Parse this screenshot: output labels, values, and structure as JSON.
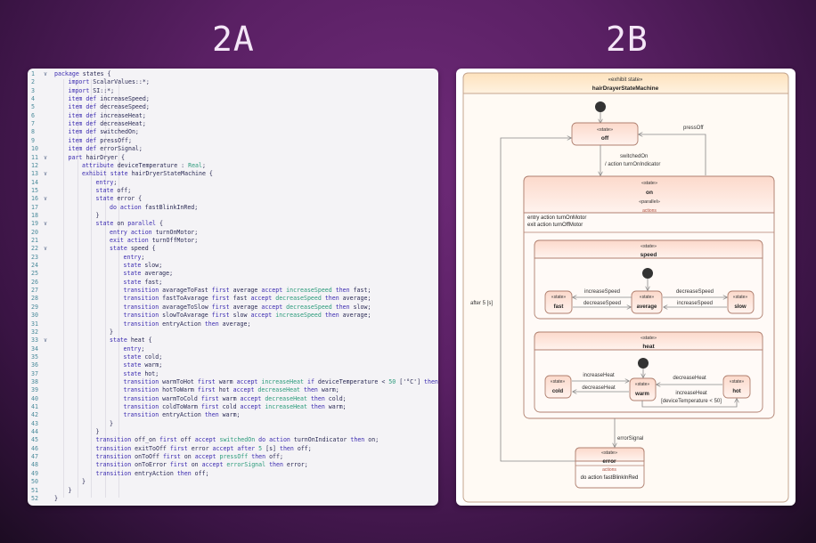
{
  "titles": {
    "left": "2A",
    "right": "2B"
  },
  "code": {
    "lines": [
      {
        "n": "1",
        "fold": true,
        "indent": 0,
        "tokens": [
          [
            "kw",
            "package "
          ],
          [
            "id",
            "states {"
          ]
        ]
      },
      {
        "n": "2",
        "indent": 1,
        "tokens": [
          [
            "kw",
            "import "
          ],
          [
            "id",
            "ScalarValues::*;"
          ]
        ]
      },
      {
        "n": "3",
        "indent": 1,
        "tokens": [
          [
            "kw",
            "import "
          ],
          [
            "id",
            "SI::*;"
          ]
        ]
      },
      {
        "n": "4",
        "indent": 1,
        "tokens": [
          [
            "kw",
            "item def "
          ],
          [
            "id",
            "increaseSpeed;"
          ]
        ]
      },
      {
        "n": "5",
        "indent": 1,
        "tokens": [
          [
            "kw",
            "item def "
          ],
          [
            "id",
            "decreaseSpeed;"
          ]
        ]
      },
      {
        "n": "6",
        "indent": 1,
        "tokens": [
          [
            "kw",
            "item def "
          ],
          [
            "id",
            "increaseHeat;"
          ]
        ]
      },
      {
        "n": "7",
        "indent": 1,
        "tokens": [
          [
            "kw",
            "item def "
          ],
          [
            "id",
            "decreaseHeat;"
          ]
        ]
      },
      {
        "n": "8",
        "indent": 1,
        "tokens": [
          [
            "kw",
            "item def "
          ],
          [
            "id",
            "switchedOn;"
          ]
        ]
      },
      {
        "n": "9",
        "indent": 1,
        "tokens": [
          [
            "kw",
            "item def "
          ],
          [
            "id",
            "pressOff;"
          ]
        ]
      },
      {
        "n": "10",
        "indent": 1,
        "tokens": [
          [
            "kw",
            "item def "
          ],
          [
            "id",
            "errorSignal;"
          ]
        ]
      },
      {
        "n": "11",
        "fold": true,
        "indent": 1,
        "tokens": [
          [
            "kw",
            "part "
          ],
          [
            "id",
            "hairDryer {"
          ]
        ]
      },
      {
        "n": "12",
        "indent": 2,
        "tokens": [
          [
            "kw",
            "attribute "
          ],
          [
            "id",
            "deviceTemperature : "
          ],
          [
            "ref",
            "Real"
          ],
          [
            "id",
            ";"
          ]
        ]
      },
      {
        "n": "13",
        "fold": true,
        "indent": 2,
        "tokens": [
          [
            "kw",
            "exhibit state "
          ],
          [
            "id",
            "hairDryerStateMachine {"
          ]
        ]
      },
      {
        "n": "14",
        "indent": 3,
        "tokens": [
          [
            "kw",
            "entry"
          ],
          [
            "id",
            ";"
          ]
        ]
      },
      {
        "n": "15",
        "indent": 3,
        "tokens": [
          [
            "kw",
            "state "
          ],
          [
            "id",
            "off;"
          ]
        ]
      },
      {
        "n": "16",
        "fold": true,
        "indent": 3,
        "tokens": [
          [
            "kw",
            "state "
          ],
          [
            "id",
            "error {"
          ]
        ]
      },
      {
        "n": "17",
        "indent": 4,
        "tokens": [
          [
            "kw",
            "do action "
          ],
          [
            "id",
            "fastBlinkInRed;"
          ]
        ]
      },
      {
        "n": "18",
        "indent": 3,
        "tokens": [
          [
            "id",
            "}"
          ]
        ]
      },
      {
        "n": "19",
        "fold": true,
        "indent": 3,
        "tokens": [
          [
            "kw",
            "state "
          ],
          [
            "id",
            "on "
          ],
          [
            "kw",
            "parallel "
          ],
          [
            "id",
            "{"
          ]
        ]
      },
      {
        "n": "20",
        "indent": 4,
        "tokens": [
          [
            "kw",
            "entry action "
          ],
          [
            "id",
            "turnOnMotor;"
          ]
        ]
      },
      {
        "n": "21",
        "indent": 4,
        "tokens": [
          [
            "kw",
            "exit action "
          ],
          [
            "id",
            "turnOffMotor;"
          ]
        ]
      },
      {
        "n": "22",
        "fold": true,
        "indent": 4,
        "tokens": [
          [
            "kw",
            "state "
          ],
          [
            "id",
            "speed {"
          ]
        ]
      },
      {
        "n": "23",
        "indent": 5,
        "tokens": [
          [
            "kw",
            "entry"
          ],
          [
            "id",
            ";"
          ]
        ]
      },
      {
        "n": "24",
        "indent": 5,
        "tokens": [
          [
            "kw",
            "state "
          ],
          [
            "id",
            "slow;"
          ]
        ]
      },
      {
        "n": "25",
        "indent": 5,
        "tokens": [
          [
            "kw",
            "state "
          ],
          [
            "id",
            "average;"
          ]
        ]
      },
      {
        "n": "26",
        "indent": 5,
        "tokens": [
          [
            "kw",
            "state "
          ],
          [
            "id",
            "fast;"
          ]
        ]
      },
      {
        "n": "27",
        "indent": 5,
        "tokens": [
          [
            "kw",
            "transition "
          ],
          [
            "id",
            "avarageToFast "
          ],
          [
            "kw",
            "first "
          ],
          [
            "id",
            "average "
          ],
          [
            "kw",
            "accept "
          ],
          [
            "ref",
            "increaseSpeed "
          ],
          [
            "kw",
            "then "
          ],
          [
            "id",
            "fast;"
          ]
        ]
      },
      {
        "n": "28",
        "indent": 5,
        "tokens": [
          [
            "kw",
            "transition "
          ],
          [
            "id",
            "fastToAvarage "
          ],
          [
            "kw",
            "first "
          ],
          [
            "id",
            "fast "
          ],
          [
            "kw",
            "accept "
          ],
          [
            "ref",
            "decreaseSpeed "
          ],
          [
            "kw",
            "then "
          ],
          [
            "id",
            "average;"
          ]
        ]
      },
      {
        "n": "29",
        "indent": 5,
        "tokens": [
          [
            "kw",
            "transition "
          ],
          [
            "id",
            "avarageToSlow "
          ],
          [
            "kw",
            "first "
          ],
          [
            "id",
            "average "
          ],
          [
            "kw",
            "accept "
          ],
          [
            "ref",
            "decreaseSpeed "
          ],
          [
            "kw",
            "then "
          ],
          [
            "id",
            "slow;"
          ]
        ]
      },
      {
        "n": "30",
        "indent": 5,
        "tokens": [
          [
            "kw",
            "transition "
          ],
          [
            "id",
            "slowToAvarage "
          ],
          [
            "kw",
            "first "
          ],
          [
            "id",
            "slow "
          ],
          [
            "kw",
            "accept "
          ],
          [
            "ref",
            "increaseSpeed "
          ],
          [
            "kw",
            "then "
          ],
          [
            "id",
            "average;"
          ]
        ]
      },
      {
        "n": "31",
        "indent": 5,
        "tokens": [
          [
            "kw",
            "transition "
          ],
          [
            "id",
            "entryAction "
          ],
          [
            "kw",
            "then "
          ],
          [
            "id",
            "average;"
          ]
        ]
      },
      {
        "n": "32",
        "indent": 4,
        "tokens": [
          [
            "id",
            "}"
          ]
        ]
      },
      {
        "n": "33",
        "fold": true,
        "indent": 4,
        "tokens": [
          [
            "kw",
            "state "
          ],
          [
            "id",
            "heat {"
          ]
        ]
      },
      {
        "n": "34",
        "indent": 5,
        "tokens": [
          [
            "kw",
            "entry"
          ],
          [
            "id",
            ";"
          ]
        ]
      },
      {
        "n": "35",
        "indent": 5,
        "tokens": [
          [
            "kw",
            "state "
          ],
          [
            "id",
            "cold;"
          ]
        ]
      },
      {
        "n": "36",
        "indent": 5,
        "tokens": [
          [
            "kw",
            "state "
          ],
          [
            "id",
            "warm;"
          ]
        ]
      },
      {
        "n": "37",
        "indent": 5,
        "tokens": [
          [
            "kw",
            "state "
          ],
          [
            "id",
            "hot;"
          ]
        ]
      },
      {
        "n": "38",
        "indent": 5,
        "tokens": [
          [
            "kw",
            "transition "
          ],
          [
            "id",
            "warmToHot "
          ],
          [
            "kw",
            "first "
          ],
          [
            "id",
            "warm "
          ],
          [
            "kw",
            "accept "
          ],
          [
            "ref",
            "increaseHeat "
          ],
          [
            "kw",
            "if "
          ],
          [
            "id",
            "deviceTemperature < "
          ],
          [
            "num",
            "50"
          ],
          [
            "id",
            " ['°C'] "
          ],
          [
            "kw",
            "then "
          ],
          [
            "id",
            "hot;"
          ]
        ]
      },
      {
        "n": "39",
        "indent": 5,
        "tokens": [
          [
            "kw",
            "transition "
          ],
          [
            "id",
            "hotToWarm "
          ],
          [
            "kw",
            "first "
          ],
          [
            "id",
            "hot "
          ],
          [
            "kw",
            "accept "
          ],
          [
            "ref",
            "decreaseHeat "
          ],
          [
            "kw",
            "then "
          ],
          [
            "id",
            "warm;"
          ]
        ]
      },
      {
        "n": "40",
        "indent": 5,
        "tokens": [
          [
            "kw",
            "transition "
          ],
          [
            "id",
            "warmToCold "
          ],
          [
            "kw",
            "first "
          ],
          [
            "id",
            "warm "
          ],
          [
            "kw",
            "accept "
          ],
          [
            "ref",
            "decreaseHeat "
          ],
          [
            "kw",
            "then "
          ],
          [
            "id",
            "cold;"
          ]
        ]
      },
      {
        "n": "41",
        "indent": 5,
        "tokens": [
          [
            "kw",
            "transition "
          ],
          [
            "id",
            "coldToWarm "
          ],
          [
            "kw",
            "first "
          ],
          [
            "id",
            "cold "
          ],
          [
            "kw",
            "accept "
          ],
          [
            "ref",
            "increaseHeat "
          ],
          [
            "kw",
            "then "
          ],
          [
            "id",
            "warm;"
          ]
        ]
      },
      {
        "n": "42",
        "indent": 5,
        "tokens": [
          [
            "kw",
            "transition "
          ],
          [
            "id",
            "entryAction "
          ],
          [
            "kw",
            "then "
          ],
          [
            "id",
            "warm;"
          ]
        ]
      },
      {
        "n": "43",
        "indent": 4,
        "tokens": [
          [
            "id",
            "}"
          ]
        ]
      },
      {
        "n": "44",
        "indent": 3,
        "tokens": [
          [
            "id",
            "}"
          ]
        ]
      },
      {
        "n": "45",
        "indent": 3,
        "tokens": [
          [
            "kw",
            "transition "
          ],
          [
            "id",
            "off_on "
          ],
          [
            "kw",
            "first "
          ],
          [
            "id",
            "off "
          ],
          [
            "kw",
            "accept "
          ],
          [
            "ref",
            "switchedOn "
          ],
          [
            "kw",
            "do action "
          ],
          [
            "id",
            "turnOnIndicator "
          ],
          [
            "kw",
            "then "
          ],
          [
            "id",
            "on;"
          ]
        ]
      },
      {
        "n": "46",
        "indent": 3,
        "tokens": [
          [
            "kw",
            "transition "
          ],
          [
            "id",
            "exitToOff "
          ],
          [
            "kw",
            "first "
          ],
          [
            "id",
            "error "
          ],
          [
            "kw",
            "accept after "
          ],
          [
            "num",
            "5"
          ],
          [
            "id",
            " [s] "
          ],
          [
            "kw",
            "then "
          ],
          [
            "id",
            "off;"
          ]
        ]
      },
      {
        "n": "47",
        "indent": 3,
        "tokens": [
          [
            "kw",
            "transition "
          ],
          [
            "id",
            "onToOff "
          ],
          [
            "kw",
            "first "
          ],
          [
            "id",
            "on "
          ],
          [
            "kw",
            "accept "
          ],
          [
            "ref",
            "pressOff "
          ],
          [
            "kw",
            "then "
          ],
          [
            "id",
            "off;"
          ]
        ]
      },
      {
        "n": "48",
        "indent": 3,
        "tokens": [
          [
            "kw",
            "transition "
          ],
          [
            "id",
            "onToError "
          ],
          [
            "kw",
            "first "
          ],
          [
            "id",
            "on "
          ],
          [
            "kw",
            "accept "
          ],
          [
            "ref",
            "errorSignal "
          ],
          [
            "kw",
            "then "
          ],
          [
            "id",
            "error;"
          ]
        ]
      },
      {
        "n": "49",
        "indent": 3,
        "tokens": [
          [
            "kw",
            "transition "
          ],
          [
            "id",
            "entryAction "
          ],
          [
            "kw",
            "then "
          ],
          [
            "id",
            "off;"
          ]
        ]
      },
      {
        "n": "50",
        "indent": 2,
        "tokens": [
          [
            "id",
            "}"
          ]
        ]
      },
      {
        "n": "51",
        "indent": 1,
        "tokens": [
          [
            "id",
            "}"
          ]
        ]
      },
      {
        "n": "52",
        "indent": 0,
        "tokens": [
          [
            "id",
            "}"
          ]
        ]
      }
    ]
  },
  "diagram": {
    "frame": {
      "stereotype": "«exhibit state»",
      "name": "hairDrayerStateMachine"
    },
    "state_stereotype": "«state»",
    "parallel_stereotype": "«parallel»",
    "actions_label": "actions",
    "states": {
      "off": "off",
      "on": "on",
      "speed": "speed",
      "heat": "heat",
      "fast": "fast",
      "average": "average",
      "slow": "slow",
      "cold": "cold",
      "warm": "warm",
      "hot": "hot",
      "error": "error"
    },
    "on_actions": [
      "entry action turnOnMotor",
      "exit action turnOffMotor"
    ],
    "error_actions": [
      "do action fastBlinkInRed"
    ],
    "transitions": {
      "off_on_trigger": "switchedOn",
      "off_on_effect": "/ action turnOnIndicator",
      "press_off": "pressOff",
      "after": "after 5 [s]",
      "error_signal": "errorSignal",
      "avg_to_fast": "increaseSpeed",
      "fast_to_avg": "decreaseSpeed",
      "avg_to_slow": "decreaseSpeed",
      "slow_to_avg": "increaseSpeed",
      "cold_to_warm": "increaseHeat",
      "warm_to_cold": "decreaseHeat",
      "hot_to_warm": "decreaseHeat",
      "warm_to_hot": "increaseHeat",
      "warm_to_hot_guard": "[deviceTemperature < 50]"
    }
  },
  "colors": {
    "keyword": "#3b2bb0",
    "identifier": "#2b2b55",
    "reference": "#2a9a7a",
    "line_number": "#4a8a9a",
    "state_fill": "#fde6dc",
    "state_border": "#b08070",
    "frame_fill": "#fffaf3",
    "frame_header": "#fde7c6"
  }
}
